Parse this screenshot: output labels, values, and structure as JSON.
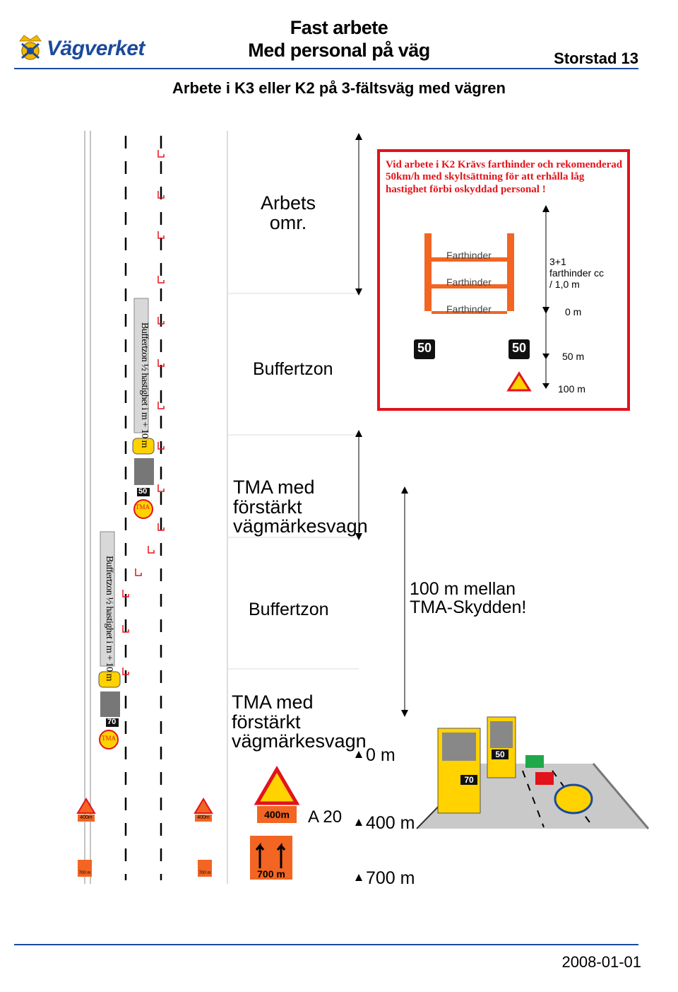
{
  "header": {
    "logo_text": "Vägverket",
    "title_line1": "Fast arbete",
    "title_line2": "Med personal på väg",
    "page_label": "Storstad 13",
    "subtitle": "Arbete i K3 eller K2 på 3-fältsväg med vägren"
  },
  "zones": {
    "work_area": "Arbets omr.",
    "buffer1": "Buffertzon",
    "tma1": "TMA med förstärkt vägmärkesvagn",
    "buffer2": "Buffertzon",
    "tma2": "TMA med förstärkt vägmärkesvagn"
  },
  "vertical_labels": {
    "buffer_rule_1": "Buffertzon ½ hastighet i m + 10 m",
    "buffer_rule_2": "Buffertzon ½ hastighet i m + 10 m"
  },
  "red_box": {
    "note": "Vid arbete i K2 Krävs farthinder och rekomenderad 50km/h med skyltsättning för att erhålla låg hastighet förbi oskyddad personal !",
    "farthinder_label": "Farthinder",
    "farthinder_spacing": "3+1 farthinder cc / 1,0 m",
    "dist_0": "0 m",
    "dist_50": "50 m",
    "dist_100": "100 m",
    "speed_sign": "50"
  },
  "tma_spacing_note": "100 m mellan TMA-Skydden!",
  "distances": {
    "d0": "0 m",
    "d400": "400 m",
    "d700": "700 m"
  },
  "signs": {
    "a20_label": "A 20",
    "plate_400": "400m",
    "plate_700": "700 m",
    "small_400": "400m",
    "small_700": "700 m",
    "tma_text": "TMA",
    "speed_50": "50",
    "speed_70": "70"
  },
  "footer": {
    "date": "2008-01-01"
  },
  "colors": {
    "brand_blue": "#1b4a9c",
    "warning_red": "#e2131b",
    "sign_orange": "#f26522",
    "sign_yellow": "#ffd200"
  }
}
